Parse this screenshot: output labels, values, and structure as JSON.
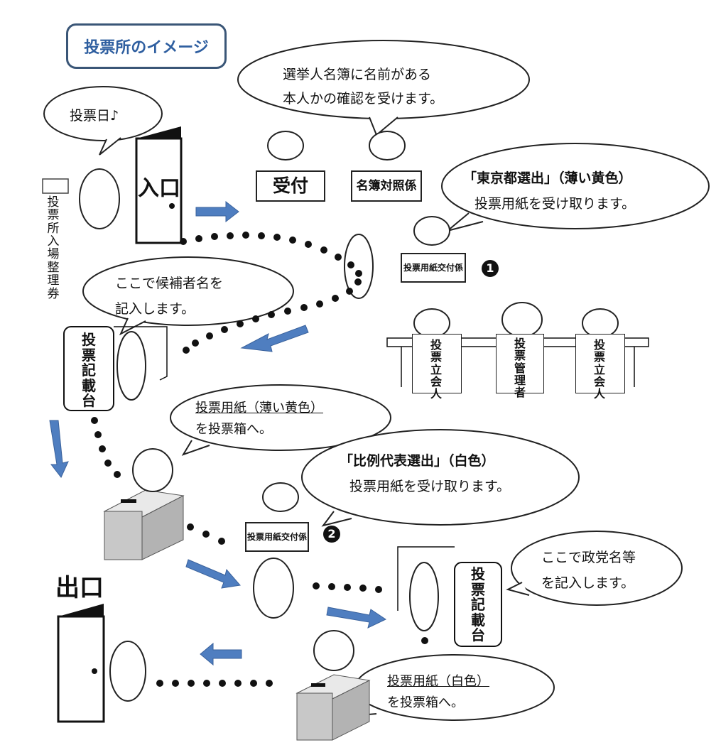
{
  "title": "投票所のイメージ",
  "bubbles": {
    "voting_day": "投票日♪",
    "roster_line1": "選挙人名簿に名前がある",
    "roster_line2": "本人かの確認を受けます。",
    "tokyo_heading": "「東京都選出」（薄い黄色）",
    "tokyo_line2": "投票用紙を受け取ります。",
    "candidate_line1": "ここで候補者名を",
    "candidate_line2": "記入します。",
    "yellow_box_line1": "投票用紙（薄い黄色）",
    "yellow_box_line2": "を投票箱へ。",
    "pr_heading": "「比例代表選出」（白色）",
    "pr_line2": "投票用紙を受け取ります。",
    "party_line1": "ここで政党名等",
    "party_line2": "を記入します。",
    "white_box_line1": "投票用紙（白色）",
    "white_box_line2": "を投票箱へ。"
  },
  "labels": {
    "entrance": "入口",
    "exit": "出口",
    "ticket": "投票所入場整理券",
    "reception": "受付",
    "roster_check": "名簿対照係",
    "ballot_issuer_1": "投票用紙交付係",
    "ballot_issuer_2": "投票用紙交付係",
    "witness_left": "投票立会人",
    "manager": "投票管理者",
    "witness_right": "投票立会人",
    "booth_1": "投票記載台",
    "booth_2": "投票記載台",
    "num_1": "1",
    "num_2": "2"
  },
  "colors": {
    "arrow": "#4f7ec0",
    "title_border": "#3a5677",
    "title_text": "#2f5fa0",
    "ballot_box": "#c8c8c8"
  }
}
